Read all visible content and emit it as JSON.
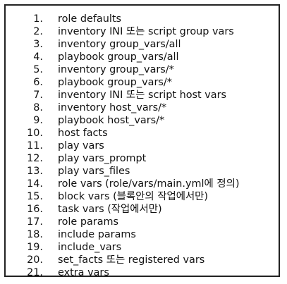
{
  "items": [
    {
      "number": "1",
      "text": "role defaults"
    },
    {
      "number": "2",
      "text": "inventory INI 또는 script group vars"
    },
    {
      "number": "3",
      "text": "inventory group_vars/all"
    },
    {
      "number": "4",
      "text": "playbook group_vars/all"
    },
    {
      "number": "5",
      "text": "inventory group_vars/*"
    },
    {
      "number": "6",
      "text": "playbook group_vars/*"
    },
    {
      "number": "7",
      "text": "inventory INI 또는 script host vars"
    },
    {
      "number": "8",
      "text": "inventory host_vars/*"
    },
    {
      "number": "9",
      "text": "playbook host_vars/*"
    },
    {
      "number": "10",
      "text": "host facts"
    },
    {
      "number": "11",
      "text": "play vars"
    },
    {
      "number": "12",
      "text": "play vars_prompt"
    },
    {
      "number": "13",
      "text": "play vars_files"
    },
    {
      "number": "14",
      "text": "role vars (role/vars/main.yml에 정의)"
    },
    {
      "number": "15",
      "text": "block vars (블록안의 작업에서만)"
    },
    {
      "number": "16",
      "text": "task vars (작업에서만)"
    },
    {
      "number": "17",
      "text": "role params"
    },
    {
      "number": "18",
      "text": "include params"
    },
    {
      "number": "19",
      "text": "include_vars"
    },
    {
      "number": "20",
      "text": "set_facts 또는 registered vars"
    },
    {
      "number": "21",
      "text": "extra vars"
    }
  ]
}
